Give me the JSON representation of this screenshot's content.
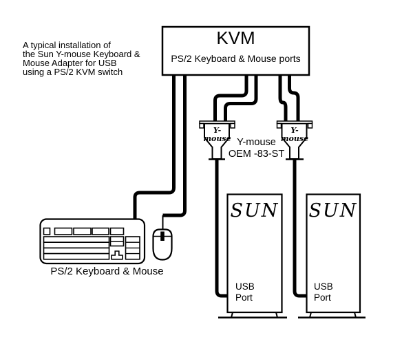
{
  "colors": {
    "ink": "#000000",
    "background": "#ffffff"
  },
  "intro_note": "A typical installation of\nthe Sun Y-mouse Keyboard &\nMouse Adapter for USB\nusing a PS/2 KVM switch",
  "kvm": {
    "title": "KVM",
    "ports_label": "PS/2 Keyboard & Mouse ports"
  },
  "adapters": {
    "left": {
      "label": "Y-mouse"
    },
    "right": {
      "label": "Y-mouse"
    },
    "model_note": "Y-mouse\nOEM -83-ST"
  },
  "computers": {
    "left": {
      "name": "SUN",
      "port_label": "USB\nPort"
    },
    "right": {
      "name": "SUN",
      "port_label": "USB\nPort"
    }
  },
  "peripherals": {
    "caption": "PS/2 Keyboard & Mouse"
  }
}
